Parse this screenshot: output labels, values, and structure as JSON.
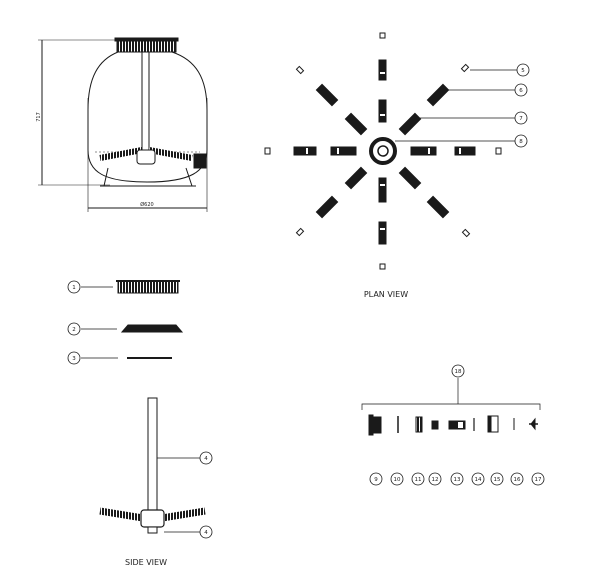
{
  "dimensions": {
    "height": "717",
    "width": "Ø620"
  },
  "labels": {
    "plan_view": "PLAN VIEW",
    "side_view": "SIDE VIEW"
  },
  "callouts": {
    "c1": "1",
    "c2": "2",
    "c3": "3",
    "c4a": "4",
    "c4b": "4",
    "c5": "5",
    "c6": "6",
    "c7": "7",
    "c8": "8",
    "c9": "9",
    "c10": "10",
    "c11": "11",
    "c12": "12",
    "c13": "13",
    "c14": "14",
    "c15": "15",
    "c16": "16",
    "c17": "17",
    "c18": "18"
  },
  "colors": {
    "ink": "#1a1a1a",
    "line": "#333333"
  }
}
